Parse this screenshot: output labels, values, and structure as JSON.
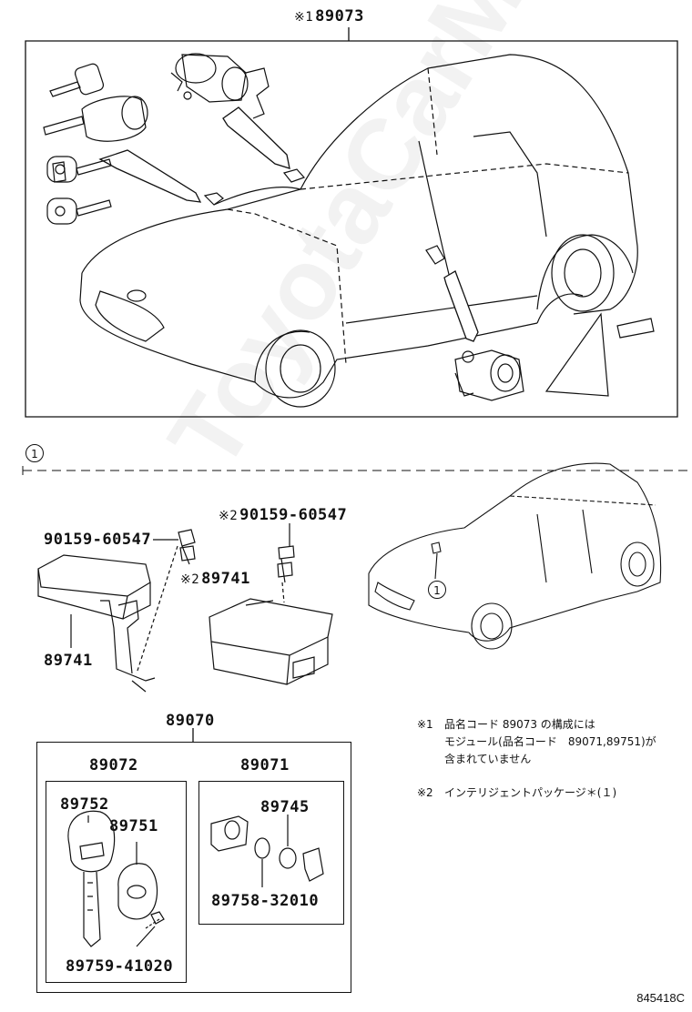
{
  "top_assembly": {
    "mark": "※1",
    "part": "89073"
  },
  "section_marker": "1",
  "car_callout": "1",
  "parts": {
    "bolt_left": "90159-60547",
    "bolt_right_mark": "※2",
    "bolt_right": "90159-60547",
    "ecu_right_mark": "※2",
    "ecu_right": "89741",
    "ecu_left": "89741",
    "kit": "89070",
    "key_set": "89072",
    "receiver_set": "89071",
    "key_blank": "89752",
    "transmitter": "89751",
    "screw": "89759-41020",
    "housing": "89745",
    "battery": "89758-32010"
  },
  "notes": {
    "n1_mark": "※1",
    "n1_line1": "品名コード 89073 の構成には",
    "n1_line2": "モジュール(品名コード　89071,89751)が",
    "n1_line3": "含まれていません",
    "n2_mark": "※2",
    "n2_line1": "インテリジェントパッケージ＊(１)"
  },
  "watermark": "ToyotaCarMiner.ru",
  "figure_code": "845418C"
}
